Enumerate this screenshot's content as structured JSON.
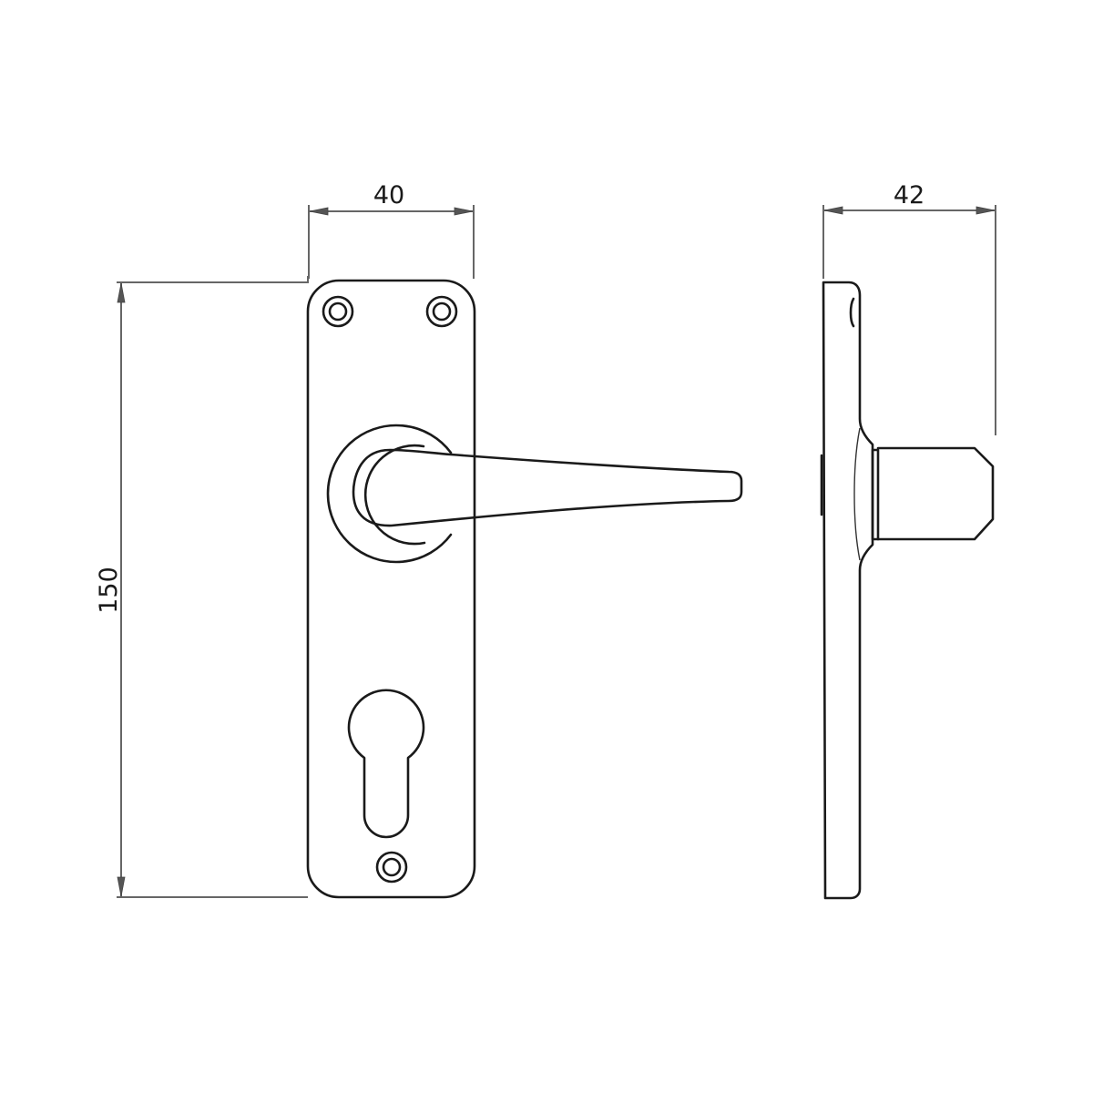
{
  "drawing": {
    "title": "Lever handle on euro profile backplate - technical drawing",
    "views": [
      {
        "name": "front-view",
        "components": [
          "backplate",
          "fixing-holes",
          "rose",
          "lever",
          "euro-cylinder-cutout"
        ]
      },
      {
        "name": "side-view",
        "components": [
          "backplate-profile",
          "rose-profile",
          "lever-end"
        ]
      }
    ],
    "units": "mm",
    "dimensions": {
      "plate_width": "40",
      "projection": "42",
      "plate_height": "150"
    },
    "colors": {
      "line": "#1a1a1a",
      "dimension_line": "#666666",
      "background": "#ffffff"
    }
  }
}
